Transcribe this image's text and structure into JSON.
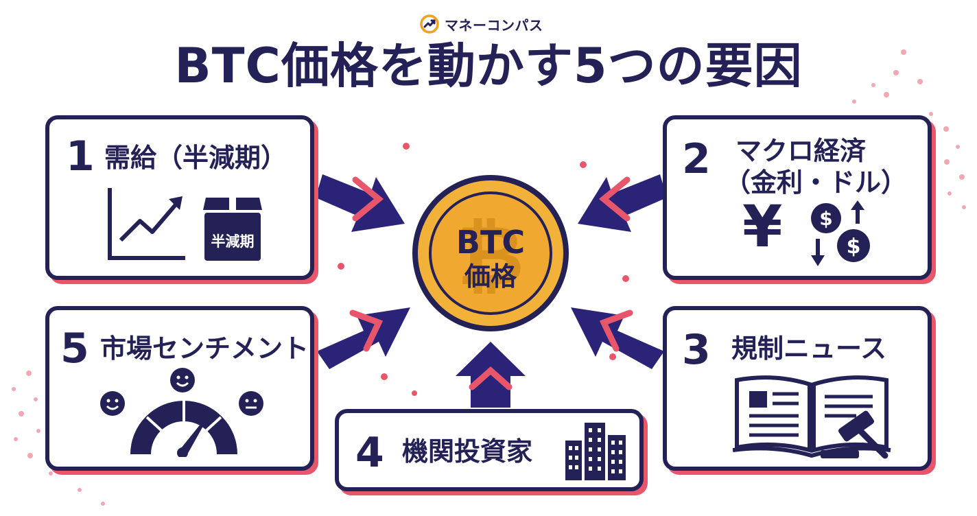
{
  "brand": {
    "name": "マネーコンパス",
    "logo_icon": "compass-chart-logo-icon"
  },
  "title": "BTC価格を動かす5つの要因",
  "center": {
    "line1": "BTC",
    "line2": "価格",
    "icon": "bitcoin-coin-icon"
  },
  "factors": [
    {
      "number": "1",
      "title": "需給（半減期）",
      "badge": "半減期",
      "icons": [
        "line-chart-up-icon",
        "box-icon"
      ]
    },
    {
      "number": "2",
      "title_line1": "マクロ経済",
      "title_line2": "（金利・ドル）",
      "yen": "¥",
      "dollar": "$",
      "icons": [
        "yen-icon",
        "dollar-exchange-icon"
      ]
    },
    {
      "number": "3",
      "title": "規制ニュース",
      "icons": [
        "open-book-icon",
        "gavel-icon"
      ]
    },
    {
      "number": "4",
      "title": "機関投資家",
      "icons": [
        "buildings-icon"
      ]
    },
    {
      "number": "5",
      "title": "市場センチメント",
      "icons": [
        "smiley-icon",
        "gauge-icon"
      ]
    }
  ],
  "colors": {
    "navy": "#232156",
    "accent": "#e8566b",
    "gold": "#f2b23a",
    "gold_dark": "#d9921e"
  }
}
